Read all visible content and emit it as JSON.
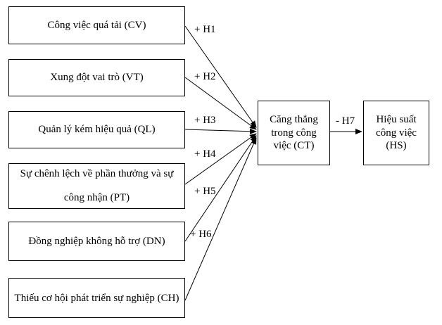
{
  "factors": [
    {
      "label": "Công việc quá tải (CV)"
    },
    {
      "label": "Xung đột vai trò (VT)"
    },
    {
      "label": "Quản lý kém hiệu quả (QL)"
    },
    {
      "label": "Sự chênh lệch về phần thưởng và sự công nhận (PT)"
    },
    {
      "label": "Đồng nghiệp không hỗ trợ (DN)"
    },
    {
      "label": "Thiếu cơ hội phát triển sự nghiệp (CH)"
    }
  ],
  "hypotheses": [
    "+ H1",
    "+ H2",
    "+ H3",
    "+ H4",
    "+ H5",
    "+ H6",
    "- H7"
  ],
  "mediator": {
    "label": "Căng thẳng trong công việc (CT)"
  },
  "outcome": {
    "label": "Hiệu suất công việc (HS)"
  }
}
